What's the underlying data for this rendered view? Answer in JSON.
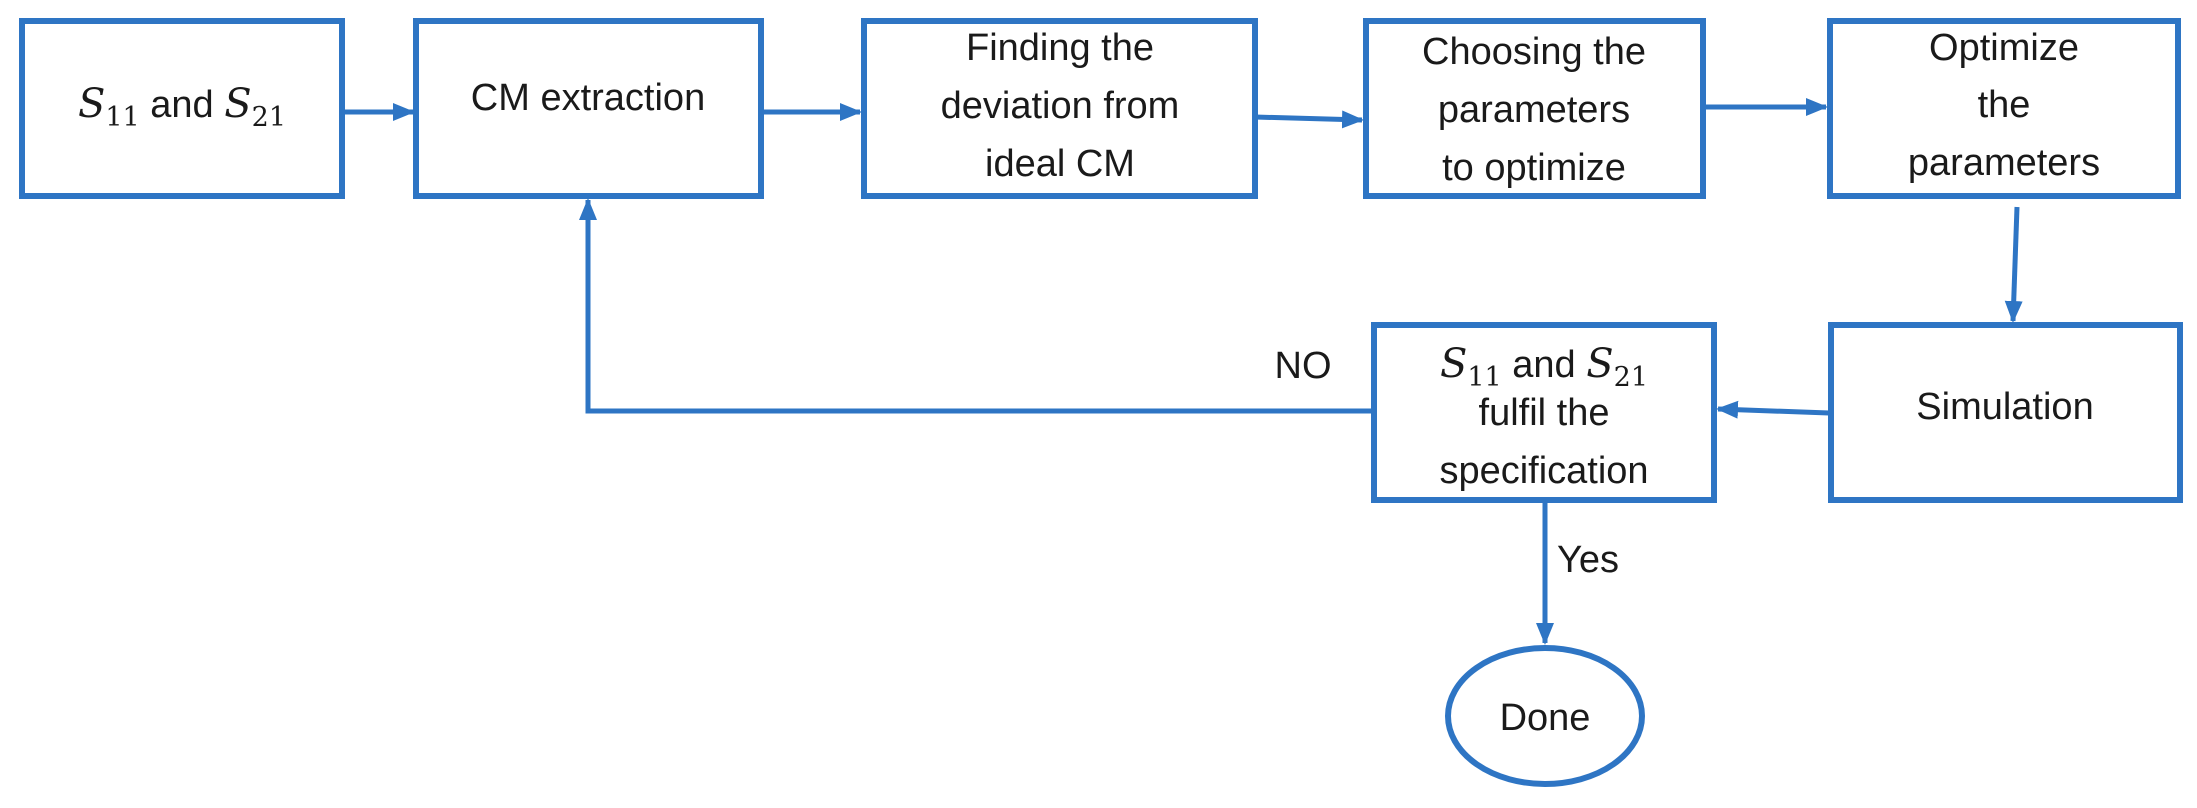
{
  "diagram": {
    "colors": {
      "stroke": "#2E75C4",
      "text": "#1a1a1a",
      "background": "#ffffff"
    },
    "nodes": {
      "input": {
        "var1": "S",
        "sub1": "11",
        "and": " and ",
        "var2": "S",
        "sub2": "21"
      },
      "cm_extraction": {
        "label": "CM extraction"
      },
      "deviation": {
        "line1": "Finding the",
        "line2": "deviation from",
        "line3": "ideal CM"
      },
      "choosing": {
        "line1": "Choosing the",
        "line2": "parameters",
        "line3": "to optimize"
      },
      "optimize": {
        "line1": "Optimize",
        "line2": "the",
        "line3": "parameters"
      },
      "simulation": {
        "label": "Simulation"
      },
      "decision": {
        "var1": "S",
        "sub1": "11",
        "and": " and ",
        "var2": "S",
        "sub2": "21",
        "line2": "fulfil the",
        "line3": "specification"
      },
      "done": {
        "label": "Done"
      }
    },
    "edge_labels": {
      "no": "NO",
      "yes": "Yes"
    }
  }
}
